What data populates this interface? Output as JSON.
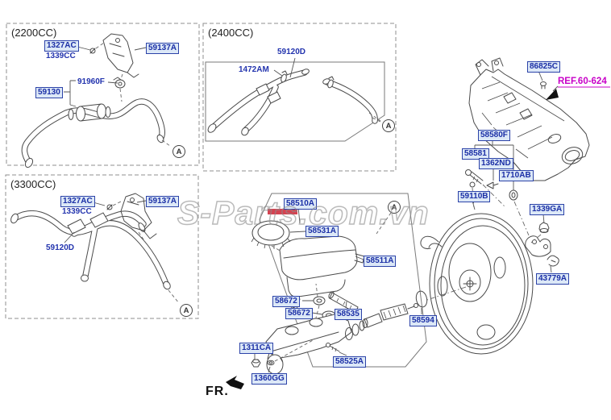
{
  "watermark": {
    "text": "S-Parts.com.vn"
  },
  "footer": {
    "fr_label": "FR."
  },
  "connector": {
    "label": "A"
  },
  "ref": {
    "label": "REF.60-624"
  },
  "sections": {
    "s2200": {
      "title": "(2200CC)",
      "parts": {
        "bolt": "1327AC",
        "washer": "1339CC",
        "bracket": "59137A",
        "clamp": "91960F",
        "hose": "59130"
      }
    },
    "s2400": {
      "title": "(2400CC)",
      "parts": {
        "hose": "59120D",
        "clamp": "1472AM"
      }
    },
    "s3300": {
      "title": "(3300CC)",
      "parts": {
        "bolt": "1327AC",
        "washer": "1339CC",
        "bracket": "59137A",
        "hose": "59120D"
      }
    },
    "master_cylinder": {
      "parts": {
        "assembly": "58510A",
        "cap": "58531A",
        "reservoir": "58511A",
        "grommet": "58672",
        "pin": "58535",
        "cylinder_kit": "58525A",
        "nut": "1311CA",
        "washer": "1360GG"
      }
    },
    "booster": {
      "parts": {
        "booster": "59110B",
        "fitting": "58580F",
        "bolt": "58581",
        "clip": "1362ND",
        "grommet": "1710AB",
        "nut": "1339GA",
        "clip2": "43779A",
        "oring": "58594"
      }
    },
    "cowl": {
      "parts": {
        "fastener": "86825C"
      }
    }
  },
  "colors": {
    "label_blue": "#1b2fa6",
    "label_box_bg": "#dce8f7",
    "label_box_border": "#2c43a8",
    "ref_magenta": "#c800c8",
    "watermark_gray": "#8c8c8c",
    "watermark_red": "#cc2233",
    "line_gray": "#4a4a4a"
  }
}
